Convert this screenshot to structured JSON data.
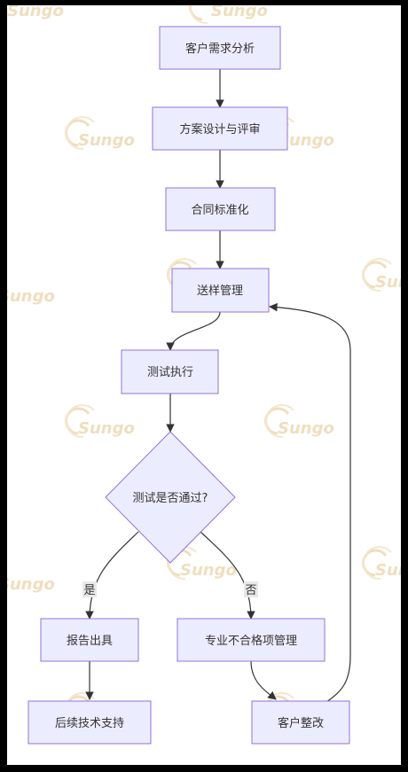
{
  "watermark": {
    "text": "Sungo",
    "color": "#ecd9b3"
  },
  "flowchart": {
    "nodes": {
      "requirement": "客户需求分析",
      "design": "方案设计与评审",
      "contract": "合同标准化",
      "sample": "送样管理",
      "test": "测试执行",
      "decision": "测试是否通过?",
      "report": "报告出具",
      "support": "后续技术支持",
      "nonconform": "专业不合格项管理",
      "rectify": "客户整改"
    },
    "edge_labels": {
      "yes": "是",
      "no": "否"
    },
    "colors": {
      "node_fill": "#ececff",
      "node_stroke": "#9370db",
      "edge": "#333333"
    }
  }
}
